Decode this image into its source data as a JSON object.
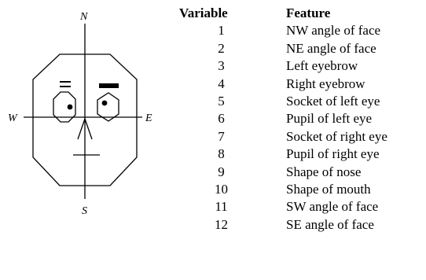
{
  "diagram": {
    "compass": {
      "north": "N",
      "south": "S",
      "west": "W",
      "east": "E"
    }
  },
  "table": {
    "headers": {
      "variable": "Variable",
      "feature": "Feature"
    },
    "rows": [
      {
        "variable": "1",
        "feature": "NW angle of face"
      },
      {
        "variable": "2",
        "feature": "NE angle of face"
      },
      {
        "variable": "3",
        "feature": "Left eyebrow"
      },
      {
        "variable": "4",
        "feature": "Right eyebrow"
      },
      {
        "variable": "5",
        "feature": "Socket of left eye"
      },
      {
        "variable": "6",
        "feature": "Pupil of left eye"
      },
      {
        "variable": "7",
        "feature": "Socket of right eye"
      },
      {
        "variable": "8",
        "feature": "Pupil of right eye"
      },
      {
        "variable": "9",
        "feature": "Shape of nose"
      },
      {
        "variable": "10",
        "feature": "Shape of mouth"
      },
      {
        "variable": "11",
        "feature": "SW angle of face"
      },
      {
        "variable": "12",
        "feature": "SE angle of face"
      }
    ]
  }
}
